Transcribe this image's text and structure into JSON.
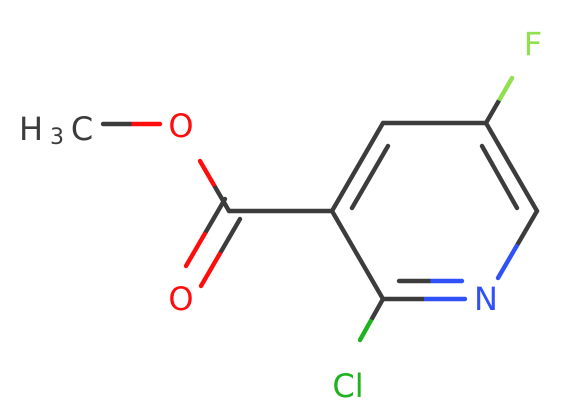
{
  "molecule": {
    "atoms": {
      "fluorine": "F",
      "methyl_h": "H",
      "methyl_sub": "3",
      "methyl_c": "C",
      "ether_oxygen": "O",
      "carbonyl_oxygen": "O",
      "nitrogen": "N",
      "chlorine": "Cl"
    },
    "colors": {
      "bond": "#3c3c3c",
      "carbon_text": "#3c3c3c",
      "oxygen": "#ff0d0d",
      "nitrogen": "#3050f8",
      "fluorine": "#90e050",
      "chlorine": "#1fb31f"
    }
  }
}
